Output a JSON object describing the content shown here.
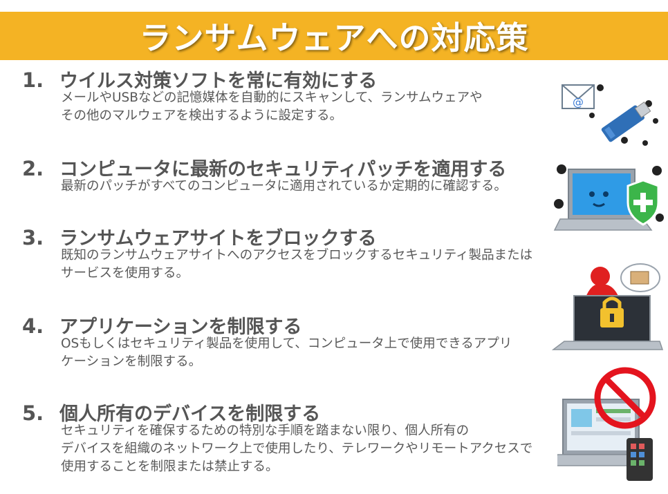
{
  "title": "ランサムウェアへの対応策",
  "items": [
    {
      "number": "1.",
      "heading": "ウイルス対策ソフトを常に有効にする",
      "lines": [
        "メールやUSBなどの記憶媒体を自動的にスキャンして、ランサムウェアや",
        "その他のマルウェアを検出するように設定する。"
      ],
      "icon": "email-usb-malware-icon"
    },
    {
      "number": "2.",
      "heading": "コンピュータに最新のセキュリティパッチを適用する",
      "lines": [
        "最新のパッチがすべてのコンピュータに適用されているか定期的に確認する。"
      ],
      "icon": "laptop-shield-icon"
    },
    {
      "number": "3.",
      "heading": "ランサムウェアサイトをブロックする",
      "lines": [
        "既知のランサムウェアサイトへのアクセスをブロックするセキュリティ製品または",
        "サービスを使用する。"
      ],
      "icon": "locked-laptop-hacker-icon"
    },
    {
      "number": "4.",
      "heading": "アプリケーションを制限する",
      "lines": [
        "OSもしくはセキュリティ製品を使用して、コンピュータ上で使用できるアプリ",
        "ケーションを制限する。"
      ],
      "icon": "none"
    },
    {
      "number": "5.",
      "heading": "個人所有のデバイスを制限する",
      "lines": [
        "セキュリティを確保するための特別な手順を踏まない限り、個人所有の",
        "デバイスを組織のネットワーク上で使用したり、テレワークやリモートアクセスで",
        "使用することを制限または禁止する。"
      ],
      "icon": "no-personal-device-icon"
    }
  ]
}
